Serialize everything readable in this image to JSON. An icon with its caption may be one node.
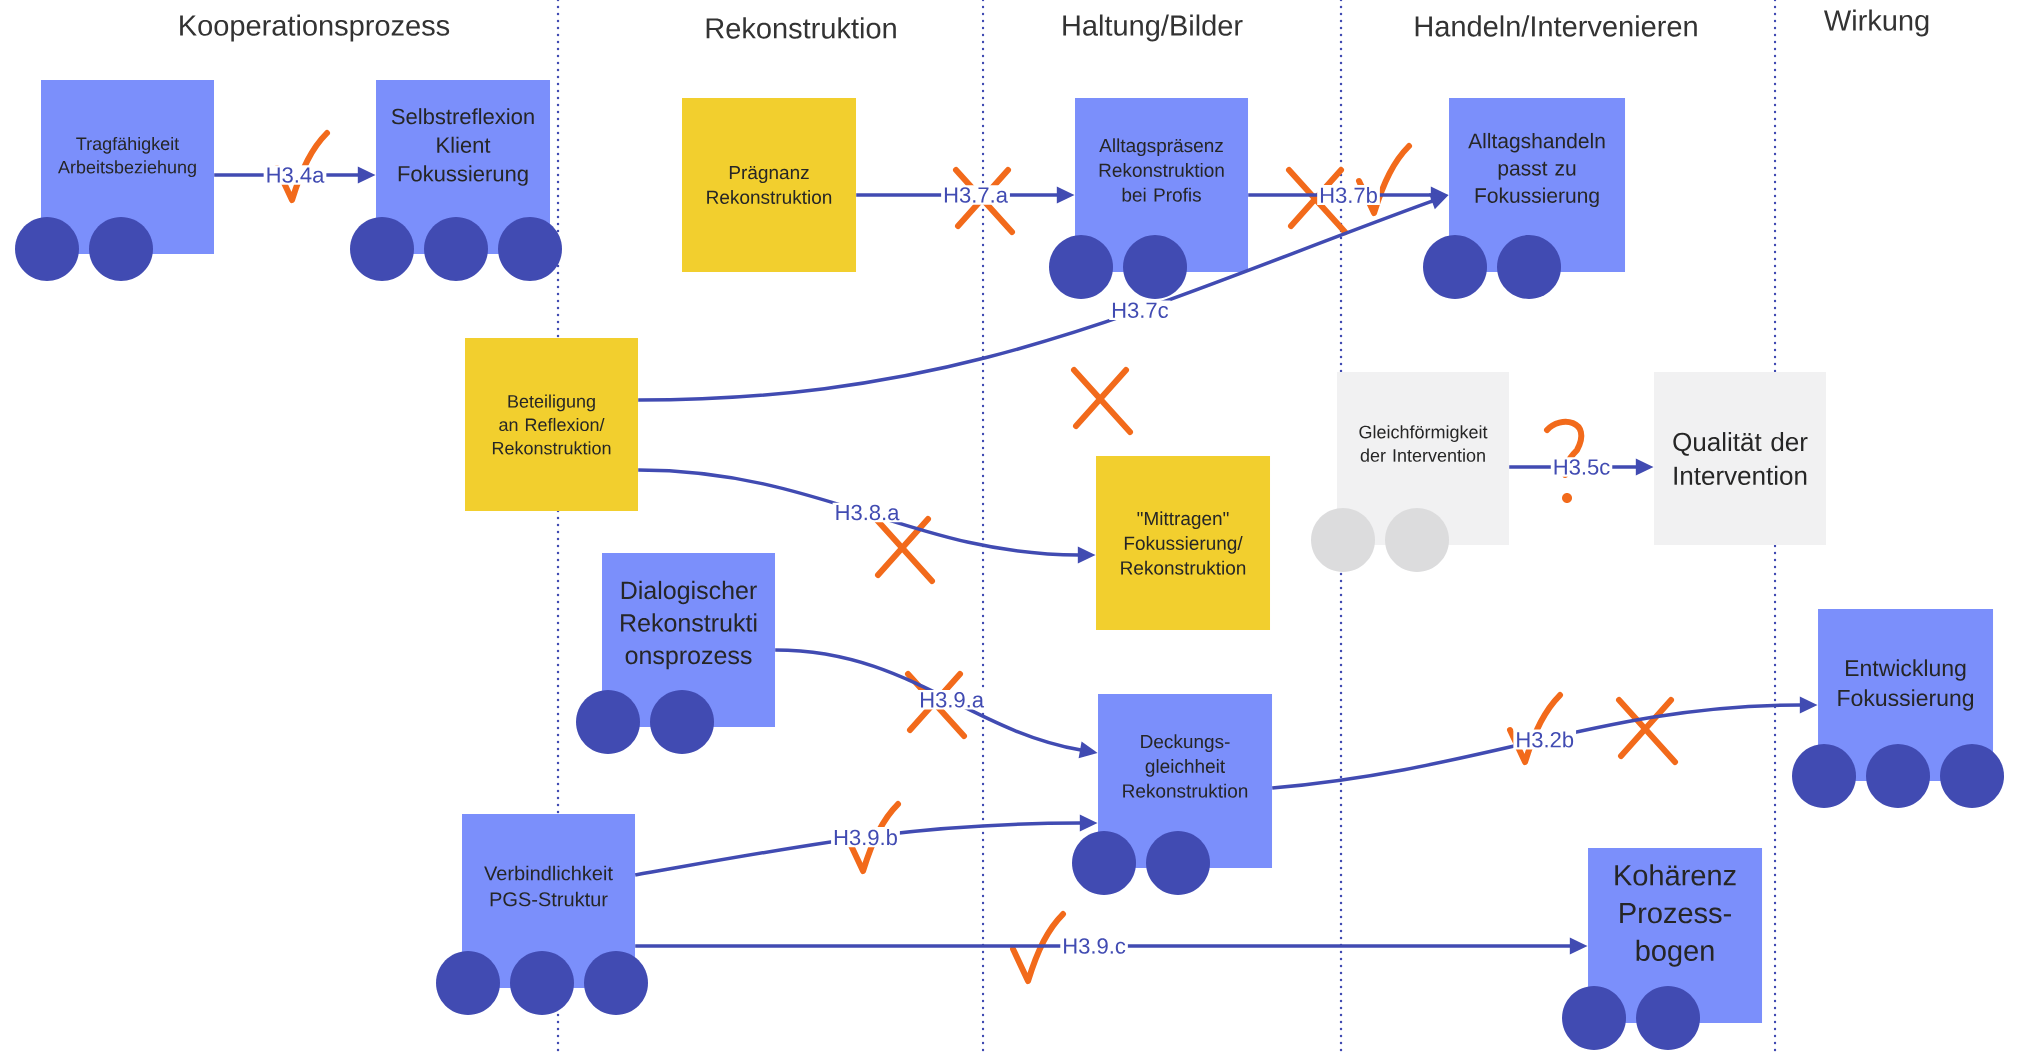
{
  "diagram": {
    "nodes": [
      {
        "text": [
          "Tragfähigkeit Arbeitsbeziehung"
        ]
      },
      {
        "text": [
          "Selbstreflexion Klient Fokussierung"
        ]
      },
      {
        "text": [
          "Prägnanz Rekonstruktion"
        ]
      },
      {
        "text": [
          "Alltagspräsenz Rekonstruktion bei Profis"
        ]
      },
      {
        "text": [
          "Alltagshandeln passt zu Fokussierung"
        ]
      },
      {
        "text": [
          "Beteiligung an Reflexion/ Rekonstruktion"
        ]
      },
      {
        "text": [
          "Gleichförmigkeit der Intervention"
        ]
      },
      {
        "text": [
          "Qualität der Intervention"
        ]
      },
      {
        "text": [
          "\"Mittragen\" Fokussierung/ Rekonstruktion"
        ]
      },
      {
        "text": [
          "Dialogischer Rekonstrukti onsprozess"
        ]
      },
      {
        "text": [
          "Deckungs- gleichheit Rekonstruktion"
        ]
      },
      {
        "text": [
          "Entwicklung Fokussierung"
        ]
      },
      {
        "text": [
          "Verbindlichkeit PGS-Struktur"
        ]
      },
      {
        "text": [
          "Kohärenz Prozess- bogen"
        ]
      }
    ],
    "edges": [
      {
        "from": 0,
        "to": 1,
        "arrow": "to",
        "label": "H3.4a"
      },
      {
        "from": 2,
        "to": 3,
        "arrow": "to",
        "label": "H3.7.a"
      },
      {
        "from": 3,
        "to": 4,
        "arrow": "to",
        "label": "H3.7b"
      },
      {
        "from": 5,
        "to": 4,
        "arrow": "to",
        "label": "H3.7c"
      },
      {
        "from": 5,
        "to": 8,
        "arrow": "to",
        "label": "H3.8.a"
      },
      {
        "from": 9,
        "to": 10,
        "arrow": "to",
        "label": "H3.9.a"
      },
      {
        "from": 12,
        "to": 10,
        "arrow": "to",
        "label": "H3.9.b"
      },
      {
        "from": 10,
        "to": 11,
        "arrow": "to",
        "label": "H3.2b"
      },
      {
        "from": 12,
        "to": 13,
        "arrow": "to",
        "label": "H3.9.c"
      },
      {
        "from": 6,
        "to": 7,
        "arrow": "to",
        "label": "H3.5c"
      }
    ],
    "labels": [
      "Kooperationsprozess",
      "Rekonstruktion",
      "Haltung/Bilder",
      "Handeln/Intervenieren",
      "Wirkung"
    ]
  }
}
